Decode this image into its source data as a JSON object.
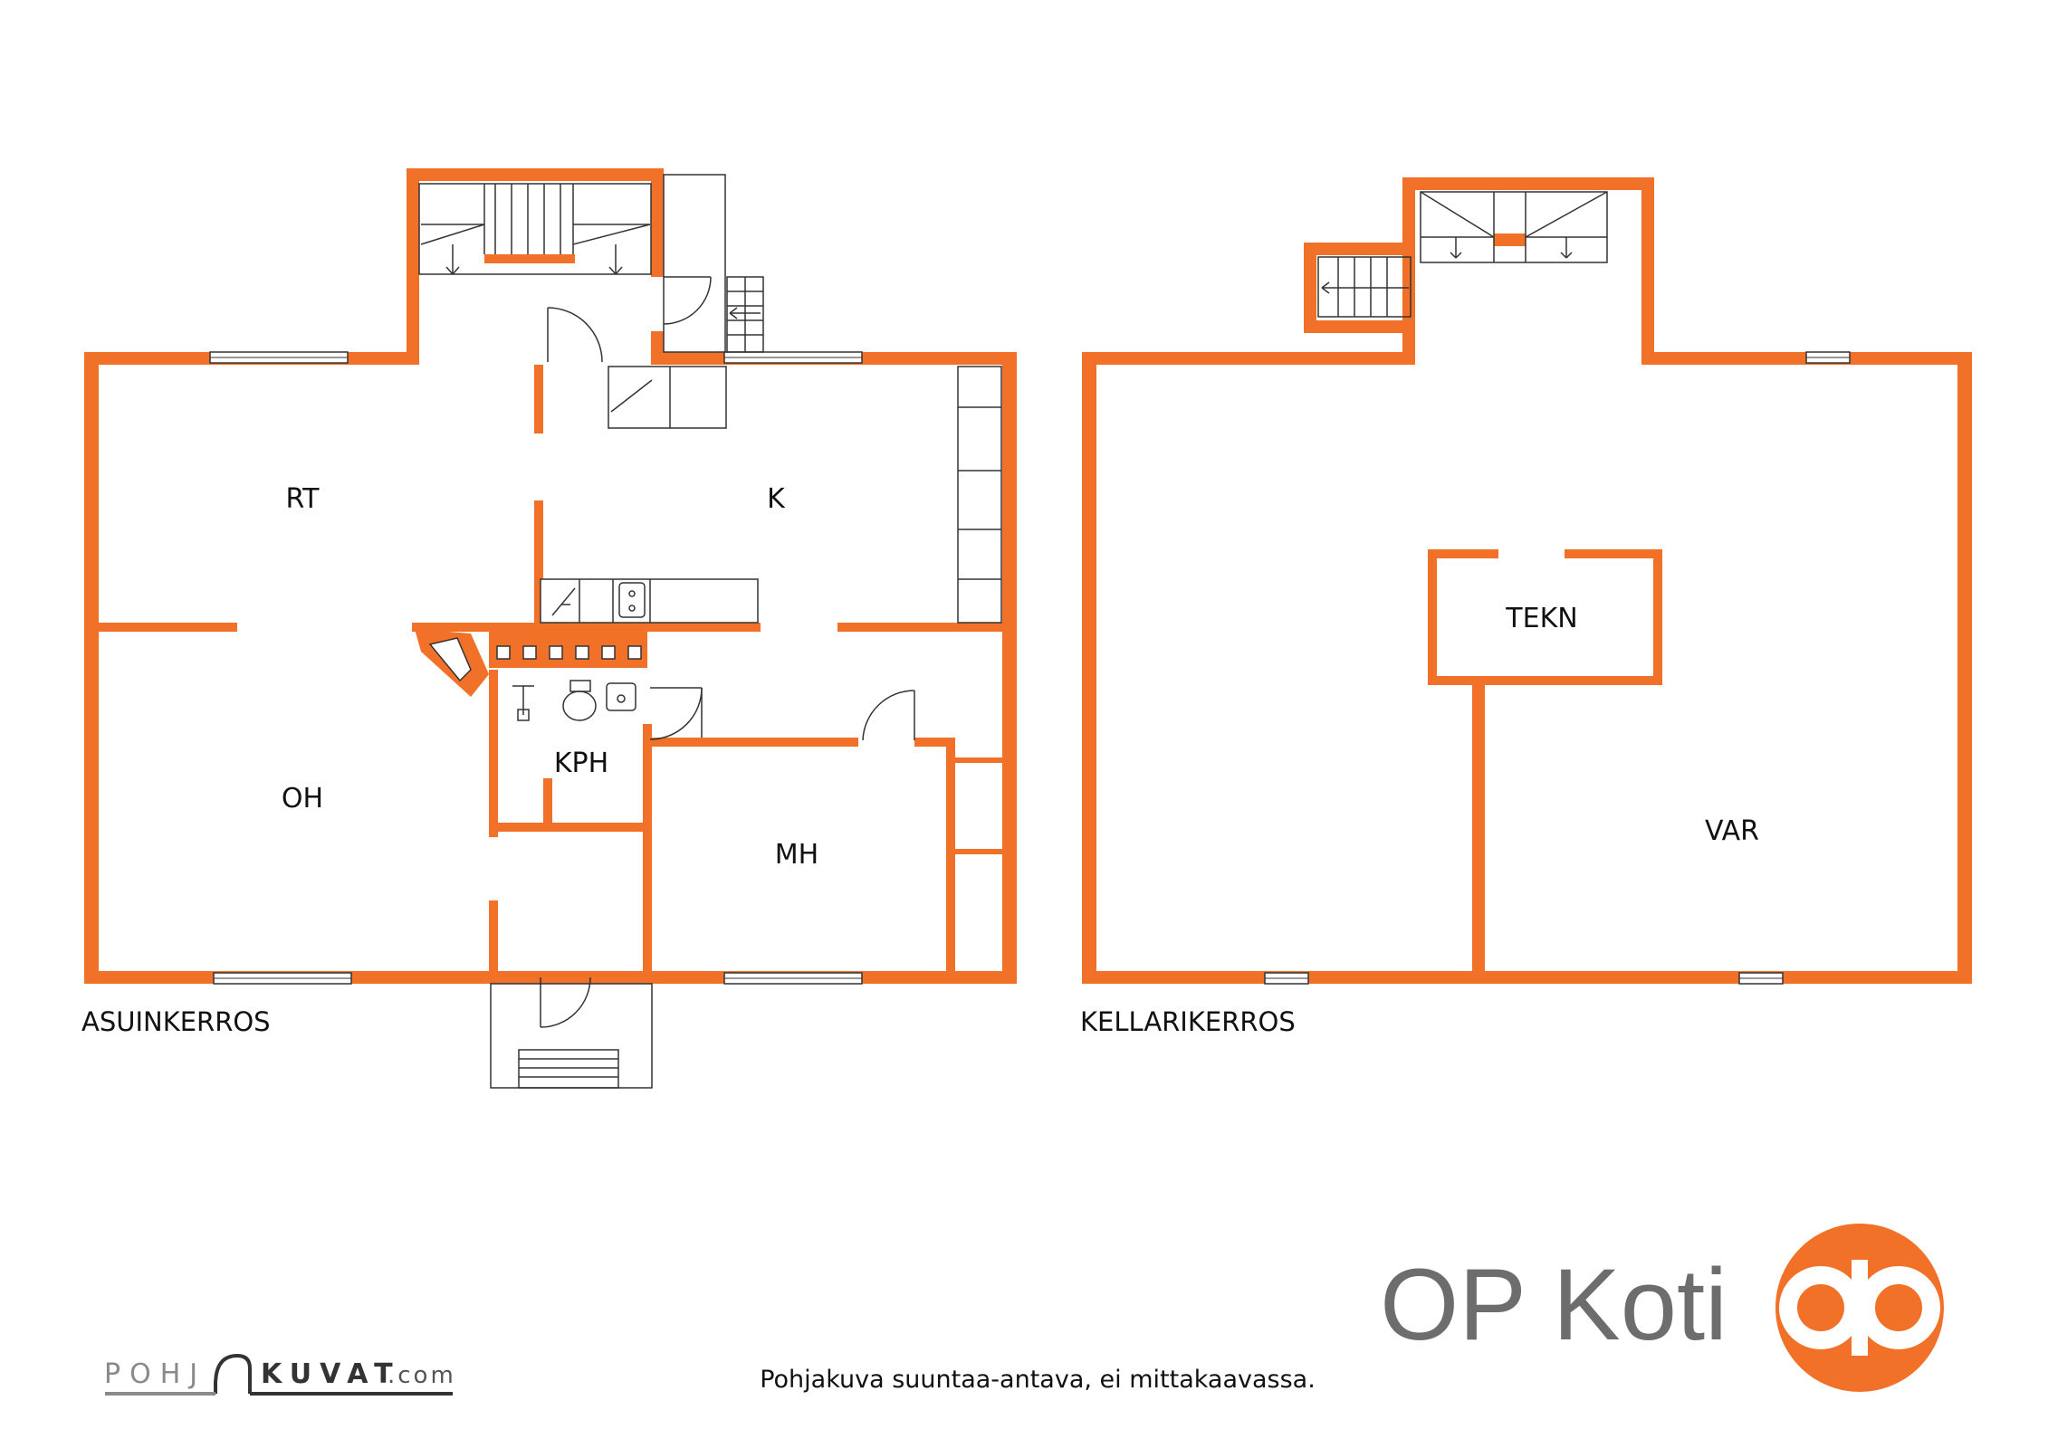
{
  "floors": [
    {
      "label": "ASUINKERROS",
      "rooms": [
        {
          "key": "rt",
          "label": "RT"
        },
        {
          "key": "k",
          "label": "K"
        },
        {
          "key": "oh",
          "label": "OH"
        },
        {
          "key": "kph",
          "label": "KPH"
        },
        {
          "key": "mh",
          "label": "MH"
        }
      ]
    },
    {
      "label": "KELLARIKERROS",
      "rooms": [
        {
          "key": "tekn",
          "label": "TEKN"
        },
        {
          "key": "var",
          "label": "VAR"
        }
      ]
    }
  ],
  "footer": {
    "disclaimer": "Pohjakuva suuntaa-antava, ei mittakaavassa.",
    "brand_text": "OP Koti",
    "pohjakuvat_left": "POHJ",
    "pohjakuvat_right": "KUVAT",
    "pohjakuvat_suffix": ".com"
  },
  "colors": {
    "wall": "#F07127",
    "brand_gray": "#6d6d6d"
  },
  "icons": [
    "op-logo-icon",
    "pohjakuvat-logo-icon",
    "stair-icon",
    "door-swing-icon",
    "window-icon",
    "sink-icon",
    "toilet-icon",
    "stove-icon"
  ]
}
